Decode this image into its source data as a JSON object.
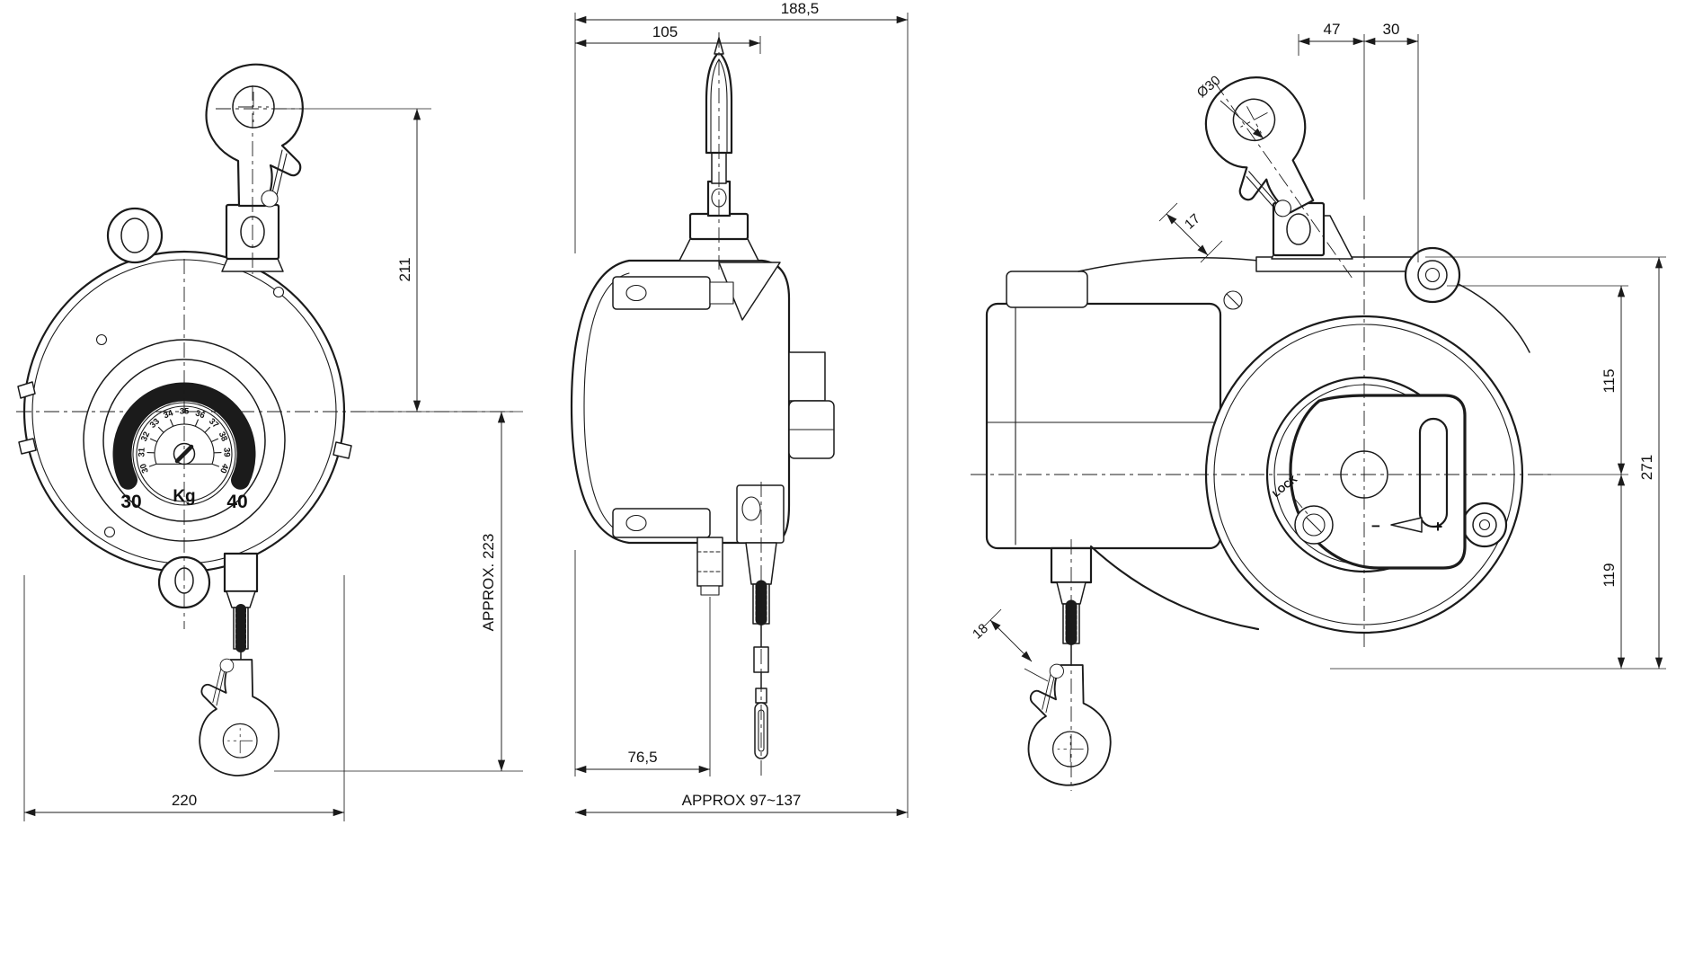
{
  "drawing": {
    "front_view": {
      "dim_upper_height": "211",
      "dim_lower_height": "APPROX. 223",
      "dim_width": "220",
      "gauge": {
        "min_label": "30",
        "unit_label": "Kg",
        "max_label": "40",
        "scale_numbers": [
          "30",
          "31",
          "32",
          "33",
          "34",
          "35",
          "36",
          "37",
          "38",
          "39",
          "40"
        ]
      }
    },
    "side_view": {
      "dim_overall_width": "188,5",
      "dim_hook_offset": "105",
      "dim_lower_offset": "76,5",
      "dim_cable_stroke": "APPROX 97~137"
    },
    "rear_view": {
      "dim_hook_to_center": "47",
      "dim_center_to_lug": "30",
      "dim_hook_eye_diameter": "Ø30",
      "dim_hook_section_top": "17",
      "dim_upper_height": "115",
      "dim_overall_height": "271",
      "dim_lower_height": "119",
      "dim_hook_section_bottom": "18",
      "label_lock": "LOCK",
      "label_minus": "−",
      "label_plus": "+"
    }
  },
  "colors": {
    "ink": "#1b1b1b",
    "paper": "#ffffff"
  }
}
